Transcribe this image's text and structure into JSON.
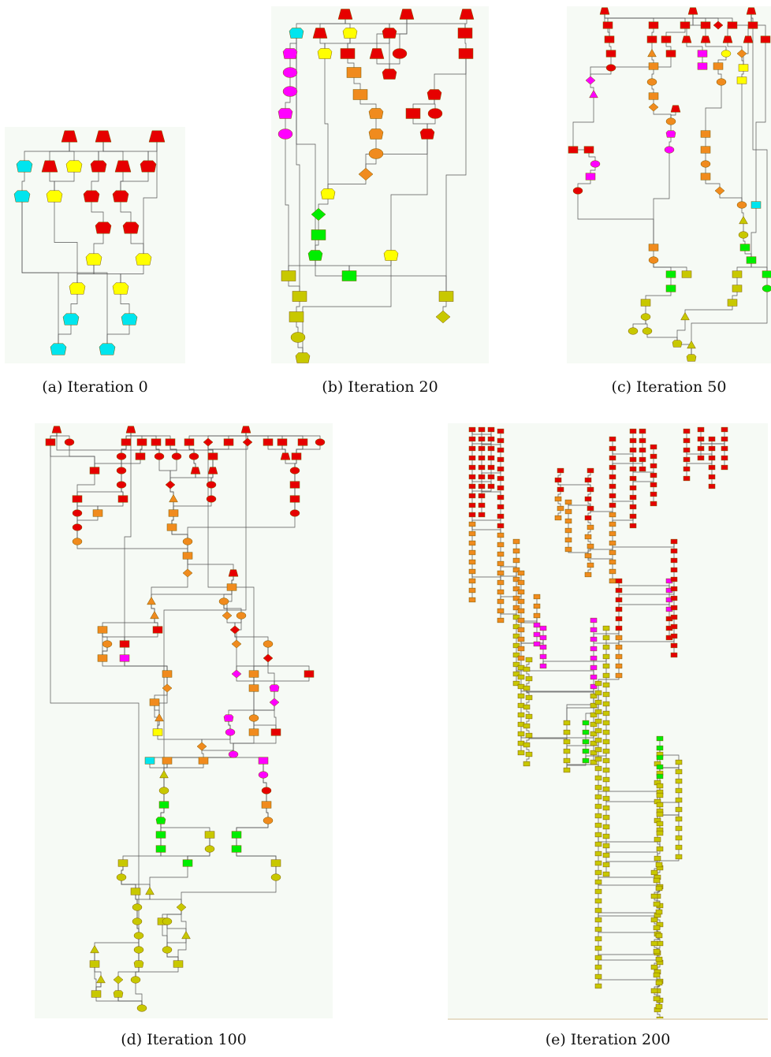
{
  "figure": {
    "captions": {
      "a": "(a) Iteration 0",
      "b": "(b) Iteration 20",
      "c": "(c) Iteration 50",
      "d": "(d) Iteration 100",
      "e": "(e) Iteration 200"
    },
    "node_colors": {
      "red": "#e60000",
      "orange": "#f08b1e",
      "yellow": "#ffff00",
      "cyan": "#00e5ee",
      "magenta": "#ff00ff",
      "green": "#00ee00",
      "olive": "#c8c800"
    },
    "edge_color": "#555555",
    "background": "#f6faf5"
  }
}
